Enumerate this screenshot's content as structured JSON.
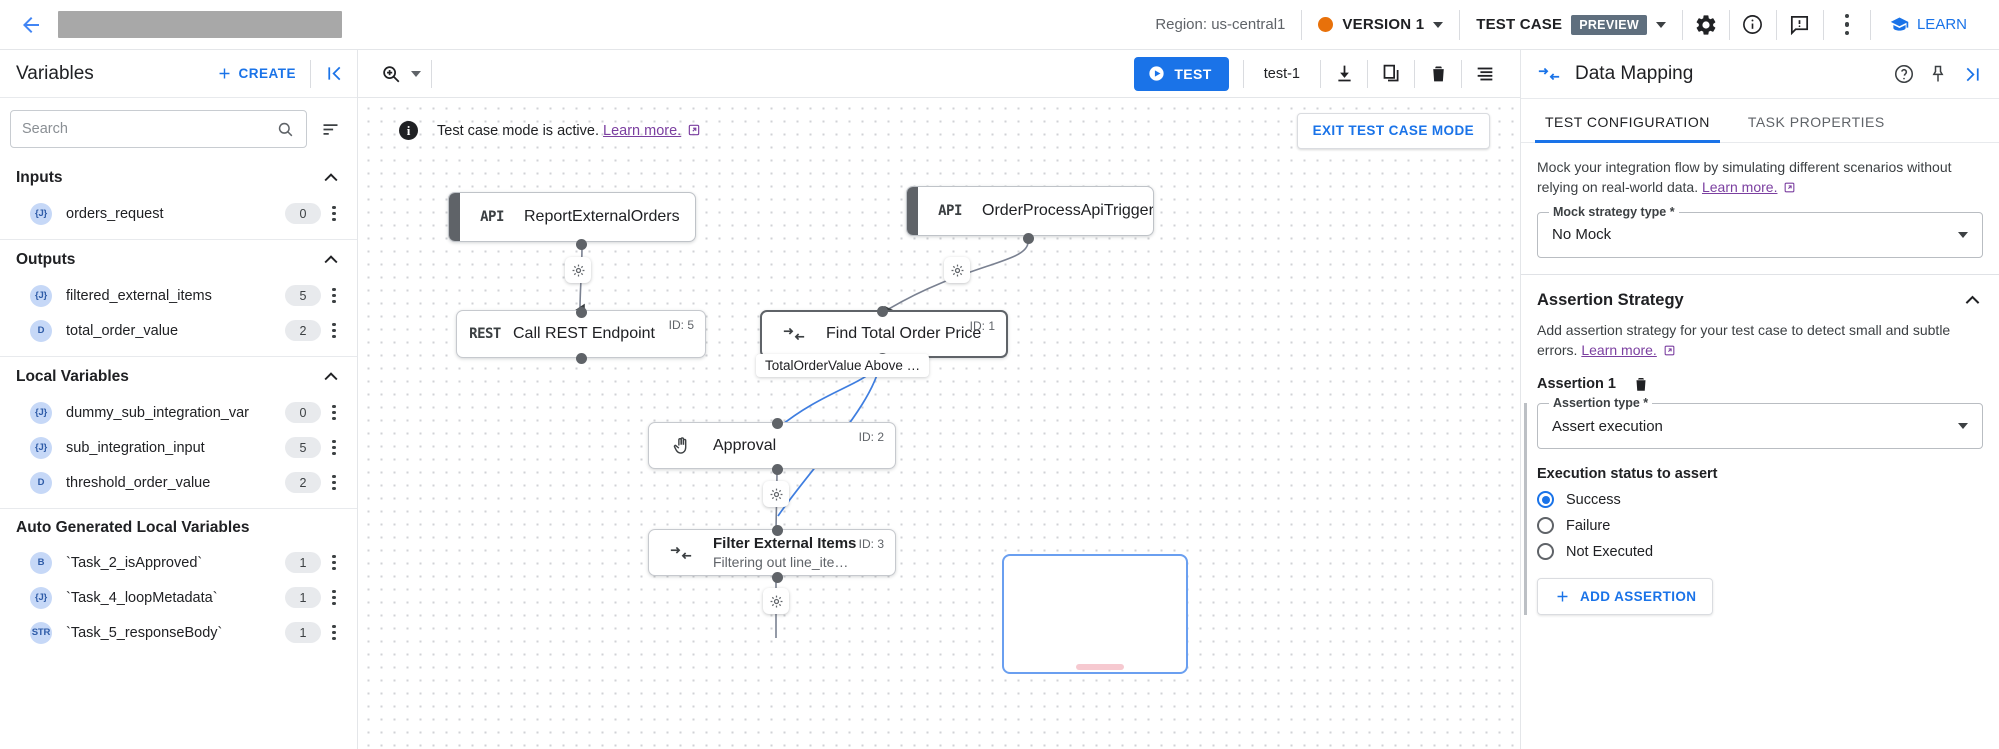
{
  "topbar": {
    "back_icon": "arrow-left-icon",
    "title_redacted": true,
    "region_label": "Region: us-central1",
    "version_label": "VERSION 1",
    "version_dot_color": "#e8710a",
    "testcase_label": "TEST CASE",
    "preview_badge": "PREVIEW",
    "icons": [
      "gear-icon",
      "info-icon",
      "feedback-icon",
      "more-vert-icon"
    ],
    "learn_label": "LEARN"
  },
  "left_panel": {
    "title": "Variables",
    "create_label": "CREATE",
    "collapse_icon": "collapse-left-icon",
    "search": {
      "placeholder": "Search",
      "value": ""
    },
    "sort_icon": "sort-icon",
    "sections": [
      {
        "title": "Inputs",
        "expanded": true,
        "items": [
          {
            "type": "{J}",
            "name": "orders_request",
            "count": "0"
          }
        ]
      },
      {
        "title": "Outputs",
        "expanded": true,
        "items": [
          {
            "type": "{J}",
            "name": "filtered_external_items",
            "count": "5"
          },
          {
            "type": "D",
            "name": "total_order_value",
            "count": "2"
          }
        ]
      },
      {
        "title": "Local Variables",
        "expanded": true,
        "items": [
          {
            "type": "{J}",
            "name": "dummy_sub_integration_var",
            "count": "0"
          },
          {
            "type": "{J}",
            "name": "sub_integration_input",
            "count": "5"
          },
          {
            "type": "D",
            "name": "threshold_order_value",
            "count": "2"
          }
        ]
      },
      {
        "title": "Auto Generated Local Variables",
        "expanded": true,
        "items": [
          {
            "type": "B",
            "name": "`Task_2_isApproved`",
            "count": "1"
          },
          {
            "type": "{J}",
            "name": "`Task_4_loopMetadata`",
            "count": "1"
          },
          {
            "type": "STR",
            "name": "`Task_5_responseBody`",
            "count": "1"
          }
        ]
      }
    ]
  },
  "center_toolbar": {
    "zoom_icon": "zoom-in-icon",
    "test_label": "TEST",
    "test_name": "test-1",
    "icons": [
      "download-icon",
      "copy-icon",
      "delete-icon",
      "list-icon"
    ]
  },
  "canvas": {
    "banner": {
      "info_icon": "info-icon",
      "text": "Test case mode is active.",
      "link": "Learn more.",
      "exit_label": "EXIT TEST CASE MODE"
    },
    "nodes": [
      {
        "id": "n1",
        "kind": "trigger",
        "icon": "API",
        "title": "ReportExternalOrders",
        "sub": "",
        "node_id": ""
      },
      {
        "id": "n2",
        "kind": "trigger",
        "icon": "API",
        "title": "OrderProcessApiTrigger",
        "sub": "",
        "node_id": ""
      },
      {
        "id": "n3",
        "kind": "task",
        "icon": "REST",
        "title": "Call REST Endpoint",
        "sub": "",
        "node_id": "ID: 5"
      },
      {
        "id": "n4",
        "kind": "task-selected",
        "icon": "mapping",
        "title": "Find Total Order Price",
        "sub": "",
        "node_id": "ID: 1"
      },
      {
        "id": "n5",
        "kind": "task",
        "icon": "approval",
        "title": "Approval",
        "sub": "",
        "node_id": "ID: 2"
      },
      {
        "id": "n6",
        "kind": "task",
        "icon": "mapping",
        "title": "Filter External Items",
        "sub": "Filtering out line_items whi…",
        "node_id": "ID: 3"
      }
    ],
    "edge_label": "TotalOrderValue Above …"
  },
  "right_panel": {
    "icon": "data-mapping-icon",
    "title": "Data Mapping",
    "header_icons": [
      "help-icon",
      "pin-icon",
      "collapse-right-icon"
    ],
    "tabs": [
      {
        "label": "TEST CONFIGURATION",
        "active": true
      },
      {
        "label": "TASK PROPERTIES",
        "active": false
      }
    ],
    "mock": {
      "description": "Mock your integration flow by simulating different scenarios without relying on real-world data.",
      "link": "Learn more.",
      "field_label": "Mock strategy type *",
      "field_value": "No Mock"
    },
    "assertion": {
      "section_title": "Assertion Strategy",
      "description": "Add assertion strategy for your test case to detect small and subtle errors.",
      "link": "Learn more.",
      "item_label": "Assertion 1",
      "delete_icon": "delete-icon",
      "type_field_label": "Assertion type *",
      "type_field_value": "Assert execution",
      "radio_group_label": "Execution status to assert",
      "options": [
        {
          "label": "Success",
          "selected": true
        },
        {
          "label": "Failure",
          "selected": false
        },
        {
          "label": "Not Executed",
          "selected": false
        }
      ],
      "add_label": "ADD ASSERTION"
    }
  },
  "colors": {
    "accent": "#1a73e8",
    "link": "#7b3fa0",
    "version_dot": "#e8710a",
    "badge": "#5f6f7e"
  }
}
